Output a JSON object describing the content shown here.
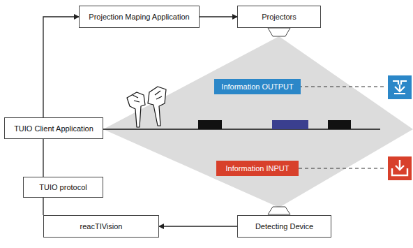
{
  "diagram": {
    "nodes": [
      {
        "text": [
          "Projection Maping Application"
        ]
      },
      {
        "text": [
          "Projectors"
        ]
      },
      {
        "text": [
          "TUIO Client Application"
        ]
      },
      {
        "text": [
          "TUIO protocol"
        ]
      },
      {
        "text": [
          "reacTIVision"
        ]
      },
      {
        "text": [
          "Detecting Device"
        ]
      },
      {
        "text": [
          "Information OUTPUT"
        ]
      },
      {
        "text": [
          "Information INPUT"
        ]
      }
    ],
    "edges": [
      {
        "from": 2,
        "to": 0,
        "arrow": "to"
      },
      {
        "from": 0,
        "to": 1,
        "arrow": "to"
      },
      {
        "from": 5,
        "to": 4,
        "arrow": "to"
      },
      {
        "from": 4,
        "to": 3,
        "arrow": "none"
      },
      {
        "from": 3,
        "to": 2,
        "arrow": "none"
      }
    ]
  }
}
